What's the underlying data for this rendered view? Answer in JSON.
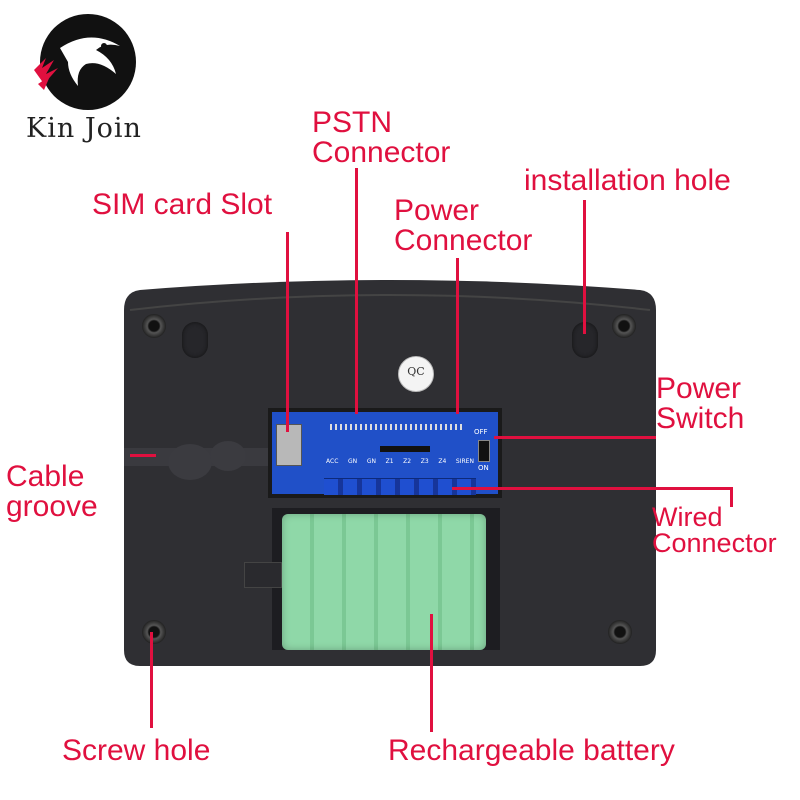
{
  "brand": {
    "name": "Kin Join"
  },
  "qc_sticker": {
    "text": "QC"
  },
  "device_labels": {
    "off": "OFF",
    "on": "ON",
    "siren": "SIREN",
    "terminals": [
      "ACC",
      "GN",
      "GN",
      "Z1",
      "Z2",
      "Z3",
      "Z4"
    ]
  },
  "callouts": {
    "pstn": [
      "PSTN",
      "Connector"
    ],
    "sim": "SIM card Slot",
    "power_connector": [
      "Power",
      "Connector"
    ],
    "installation_hole": "installation hole",
    "power_switch": [
      "Power",
      "Switch"
    ],
    "cable_groove": [
      "Cable",
      "groove"
    ],
    "wired_connector": [
      "Wired",
      "Connector"
    ],
    "screw_hole": "Screw hole",
    "battery": "Rechargeable battery"
  },
  "colors": {
    "accent": "#e0103f",
    "device_body": "#2f2f33",
    "pcb": "#2050c8",
    "battery": "#8fd8a8",
    "terminal_block": "#1f4fd0"
  }
}
